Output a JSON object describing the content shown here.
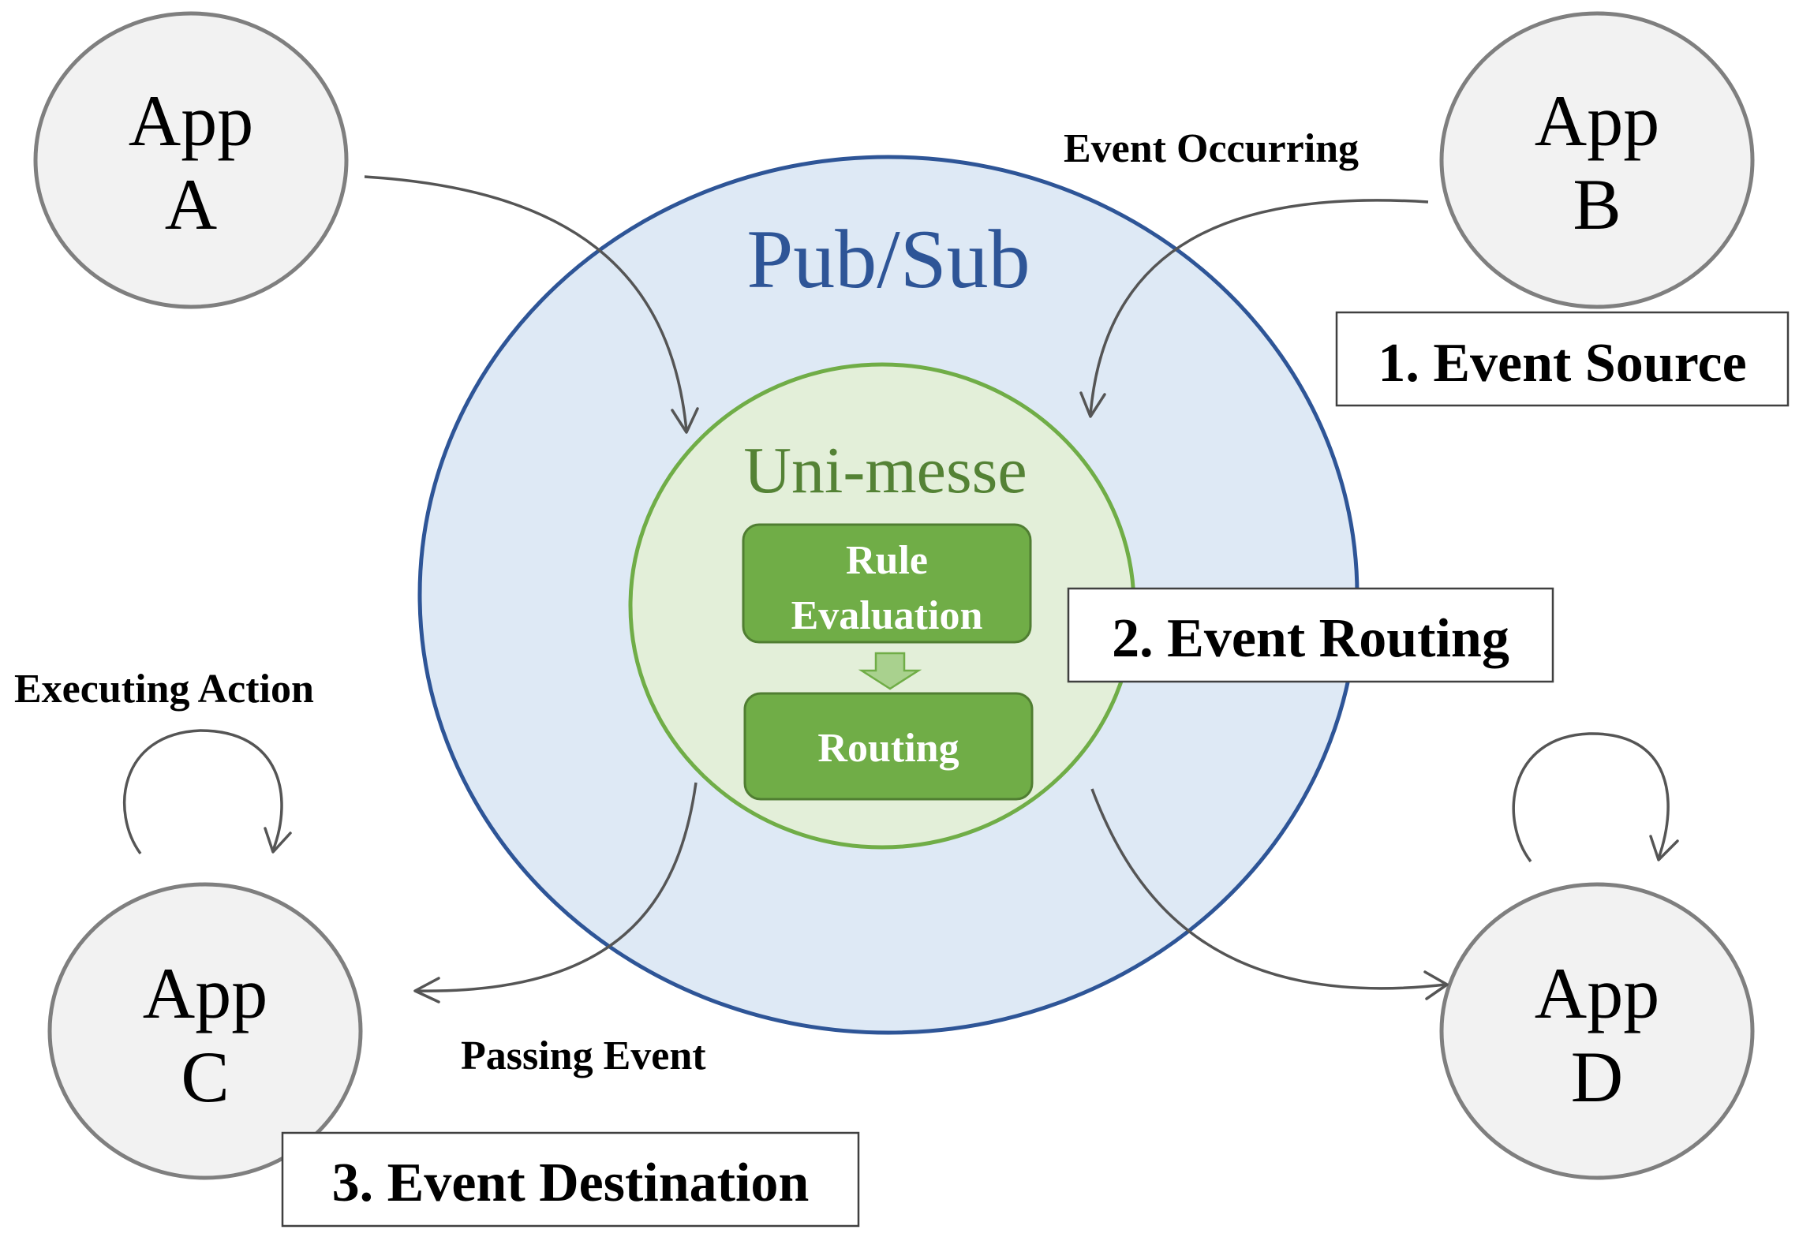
{
  "apps": {
    "a": {
      "line1": "App",
      "line2": "A"
    },
    "b": {
      "line1": "App",
      "line2": "B"
    },
    "c": {
      "line1": "App",
      "line2": "C"
    },
    "d": {
      "line1": "App",
      "line2": "D"
    }
  },
  "pubsub": {
    "label": "Pub/Sub"
  },
  "unimesse": {
    "label": "Uni-messe",
    "rule_box": {
      "line1": "Rule",
      "line2": "Evaluation"
    },
    "routing_box": {
      "label": "Routing"
    }
  },
  "captions": {
    "event_occurring": "Event Occurring",
    "executing_action": "Executing Action",
    "passing_event": "Passing Event"
  },
  "steps": {
    "source": "1. Event Source",
    "routing": "2. Event Routing",
    "destination": "3. Event Destination"
  },
  "colors": {
    "app_fill": "#f2f2f2",
    "app_stroke": "#7f7f7f",
    "pubsub_fill": "#dee9f5",
    "pubsub_stroke": "#2e5597",
    "pubsub_text": "#2e5597",
    "unimesse_fill": "#e3efd9",
    "unimesse_stroke": "#70ad47",
    "unimesse_text": "#548235",
    "box_fill": "#70ad47",
    "box_stroke": "#507e32",
    "arrow": "#555555"
  }
}
